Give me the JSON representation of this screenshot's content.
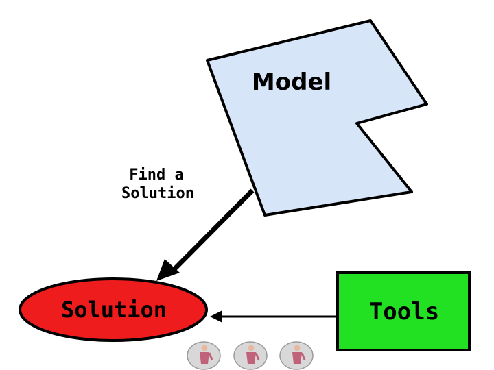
{
  "nodes": {
    "model": {
      "label": "Model",
      "fill": "#d6e6f8"
    },
    "solution": {
      "label": "Solution",
      "fill": "#ee1c1c"
    },
    "tools": {
      "label": "Tools",
      "fill": "#22e022"
    }
  },
  "edges": {
    "model_to_solution": {
      "label_line1": "Find a",
      "label_line2": "Solution"
    },
    "tools_to_solution": {
      "label": ""
    }
  },
  "icons": [
    "person-icon",
    "person-icon",
    "person-icon"
  ],
  "colors": {
    "stroke": "#000000",
    "icon_bg": "#d8d8d8",
    "icon_figure": "#c0627a"
  }
}
